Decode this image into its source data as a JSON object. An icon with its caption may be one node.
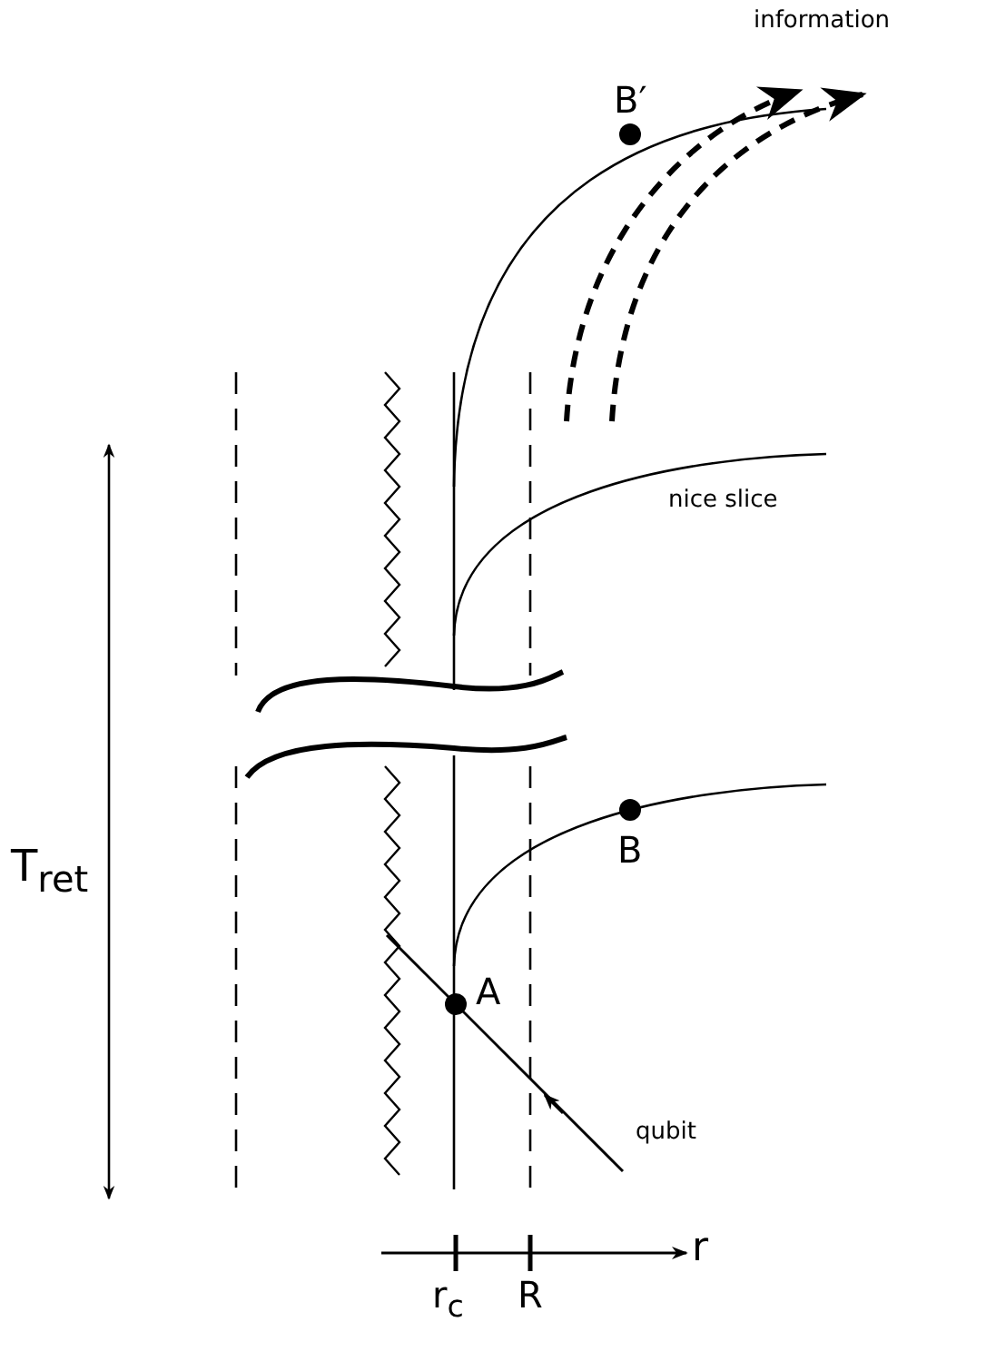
{
  "diagram": {
    "labels": [
      "B′",
      "information",
      "nice slice",
      "B",
      "A",
      "qubit",
      "T$_{ret}$",
      "r$_{c}$",
      "R",
      "r"
    ]
  }
}
